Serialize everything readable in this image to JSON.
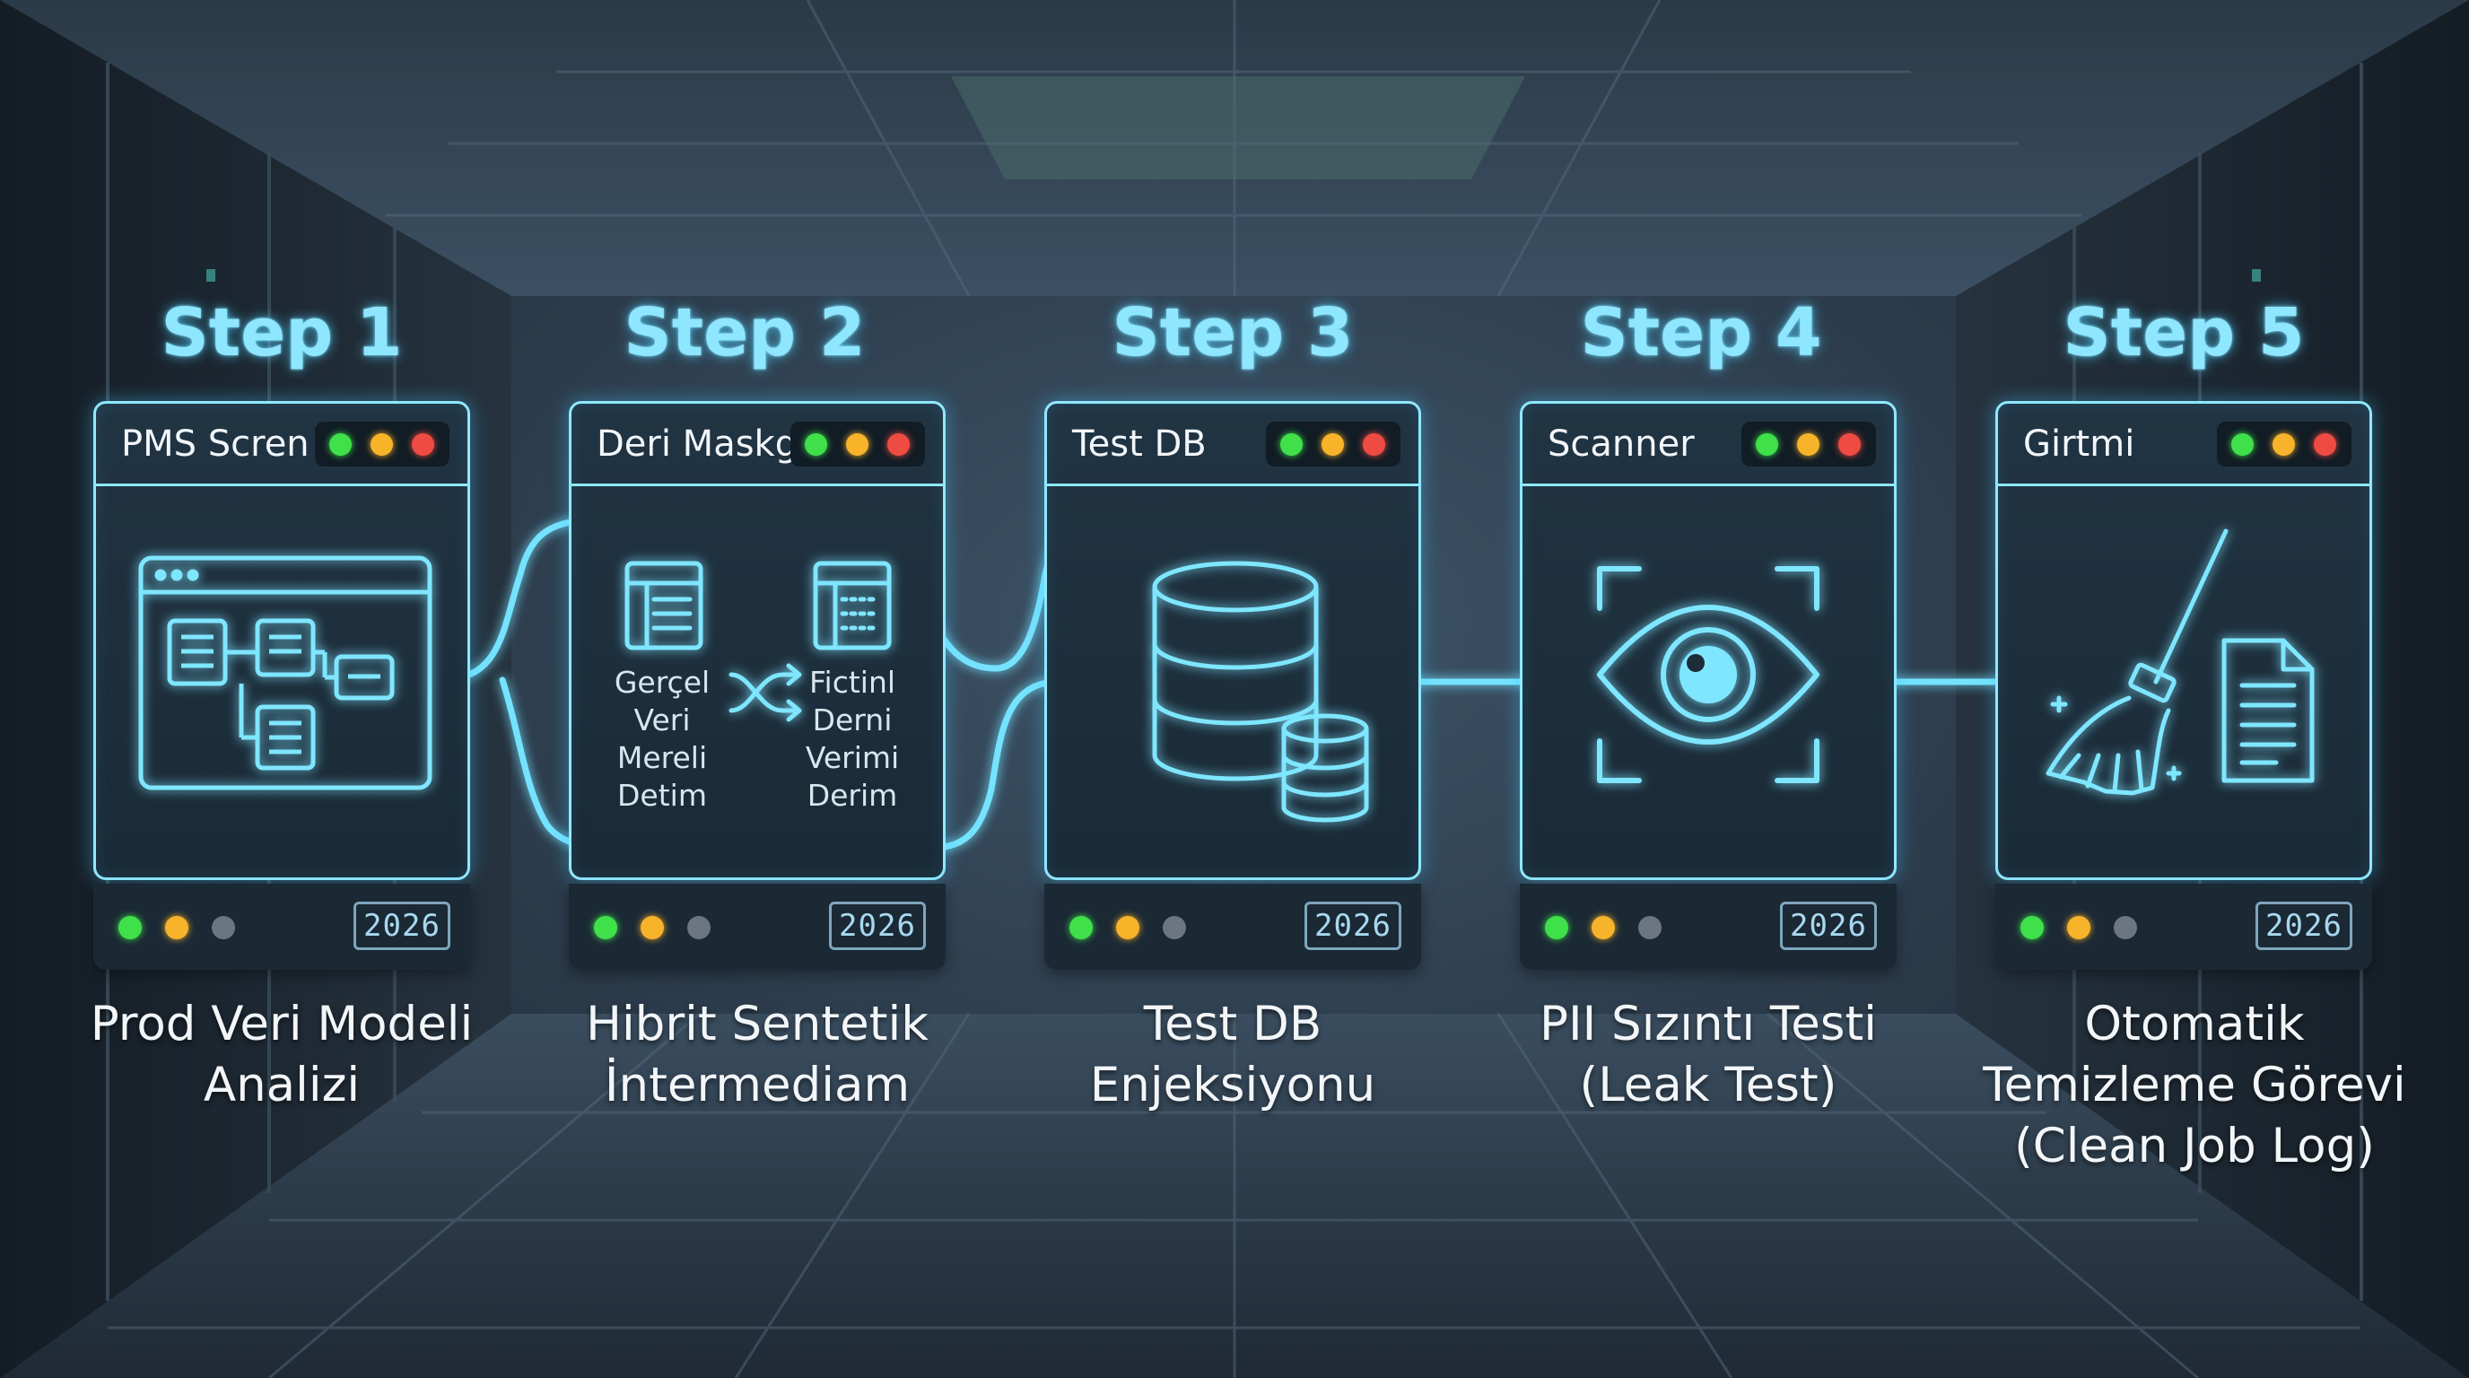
{
  "steps": [
    {
      "step_label": "Step 1",
      "panel_title": "PMS Scren",
      "year": "2026",
      "caption_line1": "Prod Veri Modeli",
      "caption_line2": "Analizi",
      "caption_line3": "",
      "icon": "schema-window-icon"
    },
    {
      "step_label": "Step 2",
      "panel_title": "Deri Maskgı",
      "year": "2026",
      "caption_line1": "Hibrit Sentetik",
      "caption_line2": "İntermediam",
      "caption_line3": "",
      "icon": "shuffle-icon",
      "left_label_lines": [
        "Gerçel",
        "Veri",
        "Mereli",
        "Detim"
      ],
      "right_label_lines": [
        "Fictinl",
        "Derni",
        "Verimi",
        "Derim"
      ]
    },
    {
      "step_label": "Step 3",
      "panel_title": "Test DB",
      "year": "2026",
      "caption_line1": "Test DB",
      "caption_line2": "Enjeksiyonu",
      "caption_line3": "",
      "icon": "database-icon"
    },
    {
      "step_label": "Step 4",
      "panel_title": "Scanner",
      "year": "2026",
      "caption_line1": "PII Sızıntı Testi",
      "caption_line2": "(Leak Test)",
      "caption_line3": "",
      "icon": "eye-scan-icon"
    },
    {
      "step_label": "Step 5",
      "panel_title": "Girtmi",
      "year": "2026",
      "caption_line1": "Otomatik",
      "caption_line2": "Temizleme Görevi",
      "caption_line3": "(Clean Job Log)",
      "icon": "broom-document-icon"
    }
  ],
  "colors": {
    "accent_glow": "#8fe6ff",
    "panel_border": "#8fe8ff",
    "light_green": "#3fe04a",
    "light_yellow": "#f7b32a",
    "light_red": "#ee4c42"
  }
}
